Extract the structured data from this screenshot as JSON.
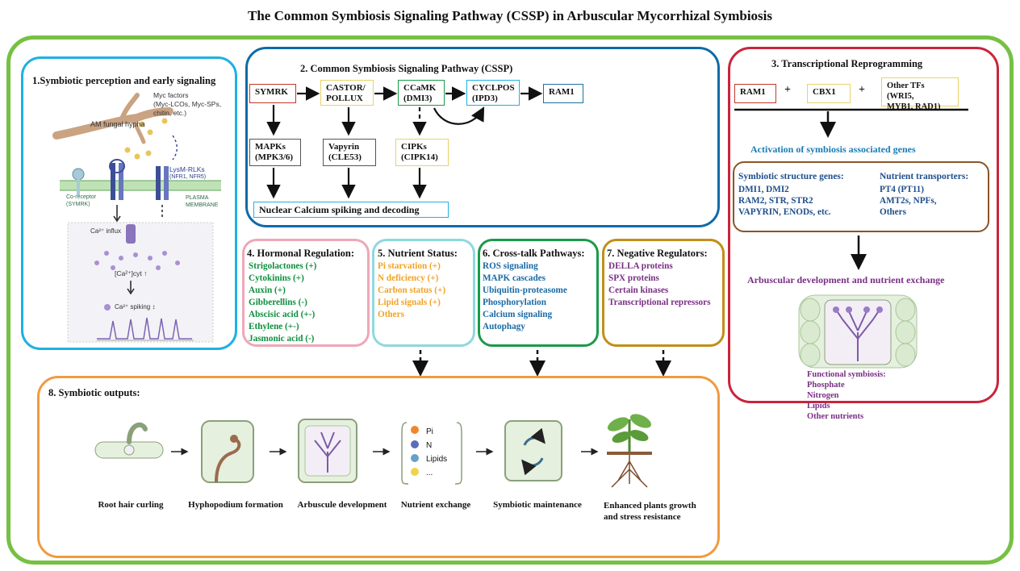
{
  "title": "The Common Symbiosis Signaling Pathway (CSSP) in Arbuscular Mycorrhizal Symbiosis",
  "panel1": {
    "header": "1.Symbiotic perception and early signaling",
    "am_fungal_hypha": "AM fungal hypha",
    "myc_factors": [
      "Myc factors",
      "(Myc-LCOs, Myc-SPs,",
      "chitin, etc.)"
    ],
    "lysm": "LysM-RLKs",
    "lysm_sub": "(NFR1, NFR5)",
    "coreceptor": "Co-receptor",
    "coreceptor_sub": "(SYMRK)",
    "plasma": "PLASMA",
    "membrane": "MEMBRANE",
    "ca_influx": "Ca²⁺ influx",
    "ca_cyt": "[Ca²⁺]cyt ↑",
    "ca_spiking": "Ca²⁺ spiking ↕"
  },
  "panel2": {
    "header": "2. Common Symbiosis Signaling Pathway (CSSP)",
    "symrk": "SYMRK",
    "castor": [
      "CASTOR/",
      "POLLUX"
    ],
    "ccamk": [
      "CCaMK",
      "(DMI3)"
    ],
    "cyclops": [
      "CYCLPOS",
      "(IPD3)"
    ],
    "ram1": "RAM1",
    "mapks": [
      "MAPKs",
      "(MPK3/6)"
    ],
    "vapyrin": [
      "Vapyrin",
      "(CLE53)"
    ],
    "cipks": [
      "CIPKs",
      "(CIPK14)"
    ],
    "nuclear": "Nuclear Calcium spiking and decoding"
  },
  "panel3": {
    "header": "3. Transcriptional Reprogramming",
    "ram1": "RAM1",
    "plus": "+",
    "cbx1": "CBX1",
    "other_tfs": [
      "Other TFs (WRI5,",
      "MYB1, RAD1)"
    ],
    "activation": "Activation of symbiosis associated genes",
    "structure_header": "Symbiotic structure genes:",
    "structure_items": [
      "DMI1, DMI2",
      "RAM2, STR, STR2",
      "VAPYRIN, ENODs, etc."
    ],
    "transport_header": "Nutrient transporters:",
    "transport_items": [
      "PT4 (PT11)",
      "AMT2s, NPFs,",
      "Others"
    ],
    "arbuscular": "Arbuscular development and nutrient exchange",
    "functional": [
      "Functional symbiosis:",
      "Phosphate",
      "Nitrogen",
      "Lipids",
      "Other nutrients"
    ]
  },
  "panel4": {
    "header": "4. Hormonal Regulation:",
    "items": [
      "Strigolactones (+)",
      "Cytokinins (+)",
      "Auxin (+)",
      "Gibberellins (-)",
      "Abscisic acid (+-)",
      "Ethylene (+-)",
      "Jasmonic acid (-)"
    ]
  },
  "panel5": {
    "header": "5. Nutrient Status:",
    "items": [
      "Pi starvation (+)",
      "N deficiency (+)",
      "Carbon status (+)",
      "Lipid signals (+)",
      "Others"
    ]
  },
  "panel6": {
    "header": "6. Cross-talk Pathways:",
    "items": [
      "ROS signaling",
      "MAPK cascades",
      "Ubiquitin-proteasome",
      "Phosphorylation",
      "Calcium signaling",
      "Autophagy"
    ]
  },
  "panel7": {
    "header": "7. Negative Regulators:",
    "items": [
      "DELLA proteins",
      "SPX proteins",
      "Certain kinases",
      "Transcriptional repressors"
    ]
  },
  "panel8": {
    "header": "8. Symbiotic outputs:",
    "steps": [
      "Root hair curling",
      "Hyphopodium formation",
      "Arbuscule development",
      "Nutrient exchange",
      "Symbiotic maintenance",
      "Enhanced plants growth and stress resistance"
    ],
    "nutrients": [
      "Pi",
      "N",
      "Lipids",
      "..."
    ]
  },
  "colors": {
    "outer": "#76c043",
    "panel1": "#1fb1e2",
    "panel2": "#0e6ba8",
    "panel3": "#c9253b",
    "panel4": "#eea7b9",
    "panel5": "#8ed8df",
    "panel6": "#1b9a4a",
    "panel7": "#c18f1a",
    "panel8": "#f19a3e"
  }
}
